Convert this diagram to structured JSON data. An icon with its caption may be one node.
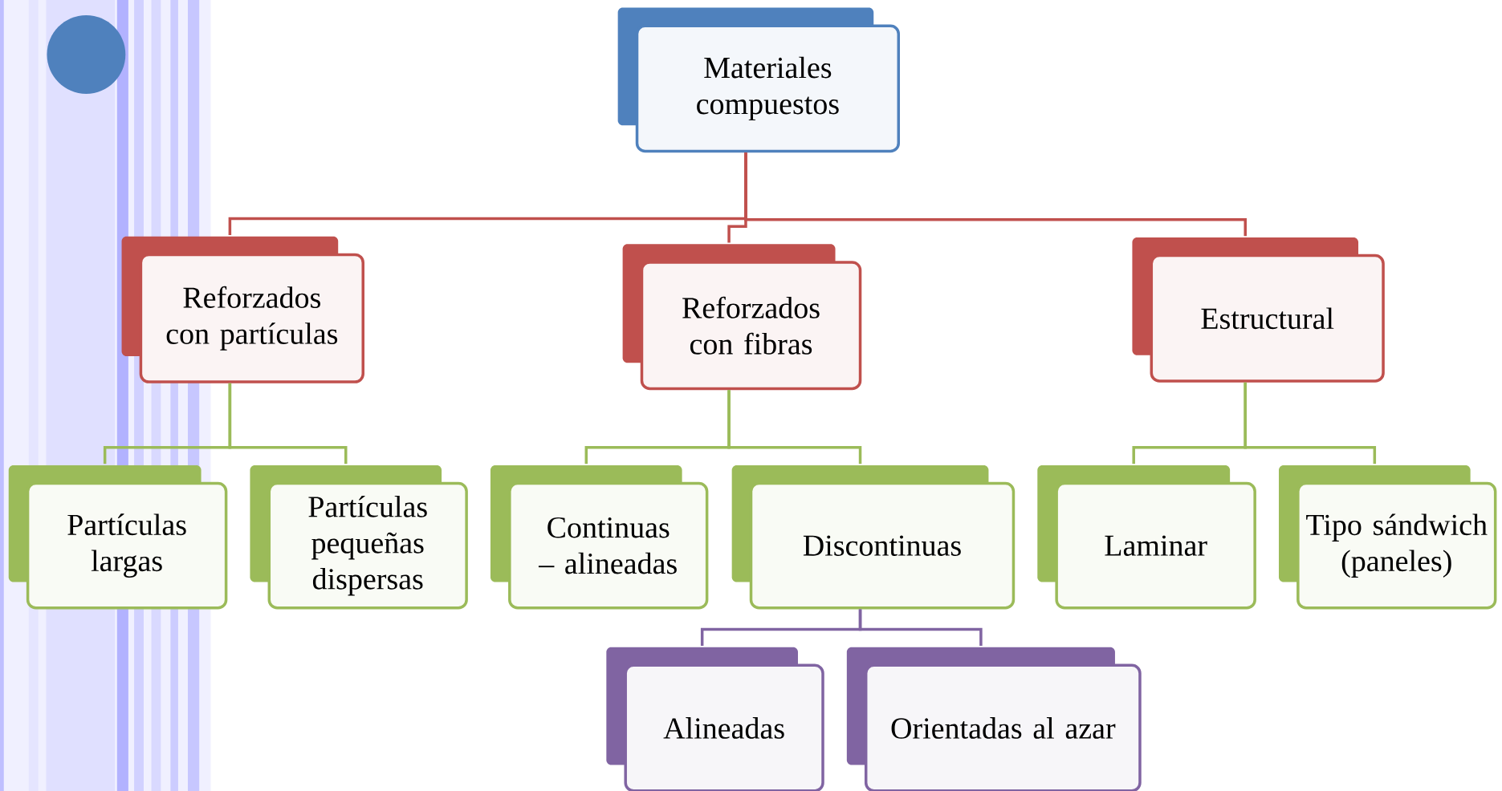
{
  "diagram": {
    "nodes": [
      {
        "text": [
          "Materiales compuestos"
        ]
      },
      {
        "text": [
          "Reforzados con partículas"
        ]
      },
      {
        "text": [
          "Reforzados con fibras"
        ]
      },
      {
        "text": [
          "Estructural"
        ]
      },
      {
        "text": [
          "Partículas largas"
        ]
      },
      {
        "text": [
          "Partículas pequeñas dispersas"
        ]
      },
      {
        "text": [
          "Continuas – alineadas"
        ]
      },
      {
        "text": [
          "Discontinuas"
        ]
      },
      {
        "text": [
          "Laminar"
        ]
      },
      {
        "text": [
          "Tipo sándwich (paneles)"
        ]
      },
      {
        "text": [
          "Alineadas"
        ]
      },
      {
        "text": [
          "Orientadas al azar"
        ]
      }
    ],
    "edges": [
      {
        "from": 0,
        "to": 1,
        "arrow": "none",
        "color": "#c0504d"
      },
      {
        "from": 0,
        "to": 2,
        "arrow": "none",
        "color": "#c0504d"
      },
      {
        "from": 0,
        "to": 3,
        "arrow": "none",
        "color": "#c0504d"
      },
      {
        "from": 1,
        "to": 4,
        "arrow": "none"
      },
      {
        "from": 1,
        "to": 5,
        "arrow": "none"
      },
      {
        "from": 2,
        "to": 6,
        "arrow": "none"
      },
      {
        "from": 2,
        "to": 7,
        "arrow": "none"
      },
      {
        "from": 3,
        "to": 8,
        "arrow": "none"
      },
      {
        "from": 3,
        "to": 9,
        "arrow": "none"
      },
      {
        "from": 7,
        "to": 10,
        "arrow": "none",
        "color": "#8064a2"
      },
      {
        "from": 7,
        "to": 11,
        "arrow": "none",
        "color": "#8064a2"
      }
    ]
  }
}
